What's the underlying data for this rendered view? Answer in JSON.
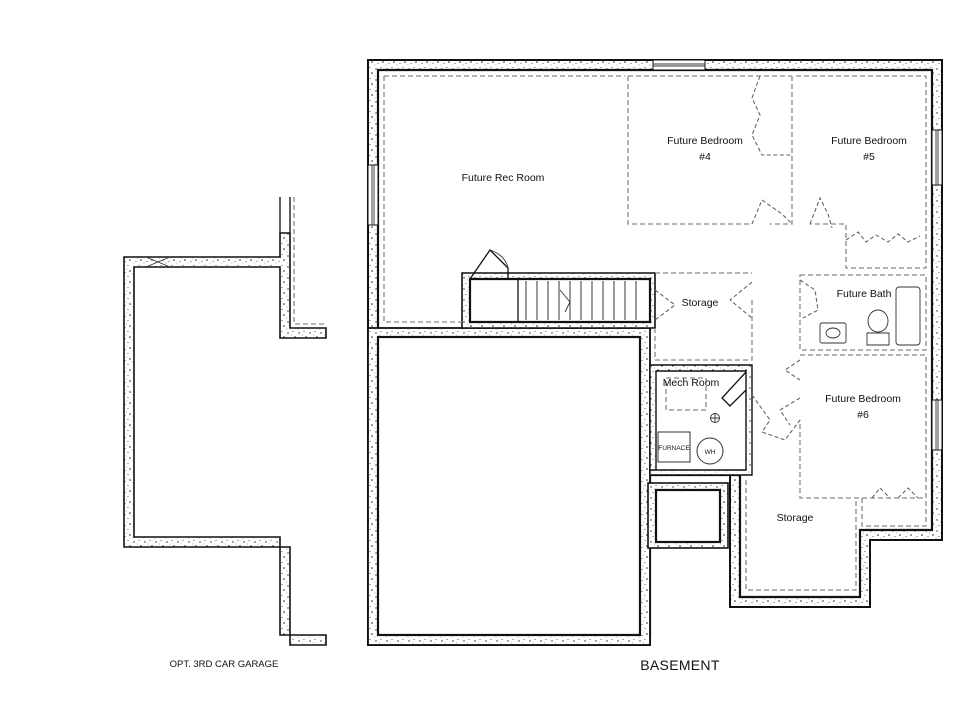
{
  "plan_title": "BASEMENT",
  "garage_caption": "OPT. 3RD CAR GARAGE",
  "rooms": {
    "rec_room": "Future Rec Room",
    "bedroom4_line1": "Future Bedroom",
    "bedroom4_line2": "#4",
    "bedroom5_line1": "Future Bedroom",
    "bedroom5_line2": "#5",
    "bath": "Future Bath",
    "storage_upper": "Storage",
    "mech_room": "Mech Room",
    "bedroom6_line1": "Future Bedroom",
    "bedroom6_line2": "#6",
    "storage_lower": "Storage"
  },
  "fixtures": {
    "furnace": "FURNACE",
    "water_heater": "WH"
  },
  "colors": {
    "wall_line": "#111111",
    "hidden_line": "#8a8a8a",
    "background": "#ffffff"
  }
}
